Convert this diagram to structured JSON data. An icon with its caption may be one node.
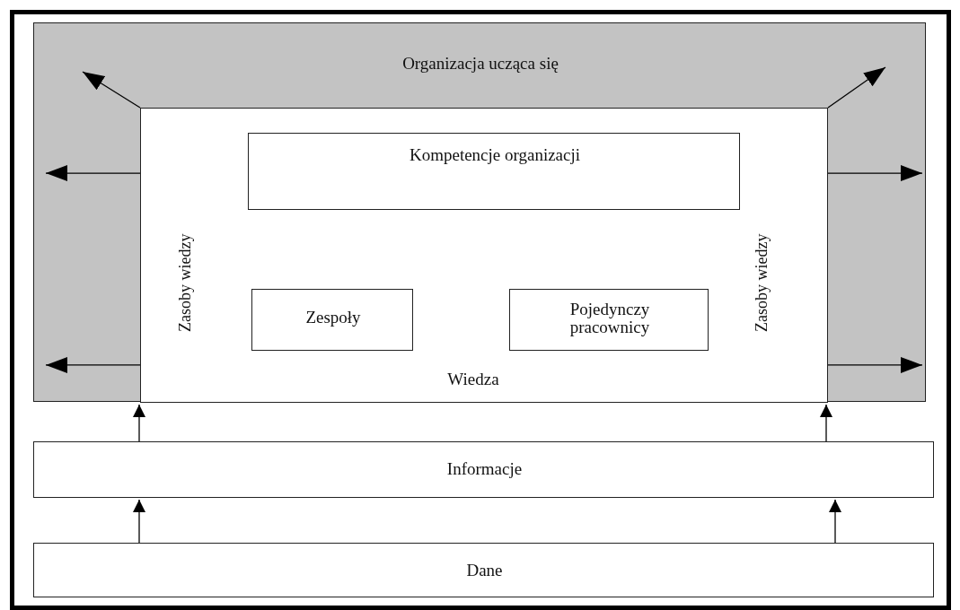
{
  "diagram": {
    "nodes": [
      {
        "text": [
          "Organizacja ucząca się"
        ]
      },
      {
        "text": [
          "Zasoby wiedzy",
          "Zasoby wiedzy",
          "Wiedza"
        ],
        "in": 0
      },
      {
        "text": [
          "Kompetencje organizacji"
        ],
        "in": 1
      },
      {
        "text": [
          "Zespoły"
        ],
        "in": 1
      },
      {
        "text": [
          "Pojedynczy pracownicy"
        ],
        "in": 1
      },
      {
        "text": [
          "Informacje"
        ]
      },
      {
        "text": [
          "Dane"
        ]
      }
    ],
    "edges": [
      {
        "from": 1,
        "to": null,
        "arrow": "to"
      },
      {
        "from": 1,
        "to": null,
        "arrow": "to"
      },
      {
        "from": 1,
        "to": null,
        "arrow": "to"
      },
      {
        "from": 1,
        "to": null,
        "arrow": "to"
      },
      {
        "from": 1,
        "to": null,
        "arrow": "to"
      },
      {
        "from": 1,
        "to": null,
        "arrow": "to"
      },
      {
        "from": 5,
        "to": 1,
        "arrow": "to"
      },
      {
        "from": 5,
        "to": 1,
        "arrow": "to"
      },
      {
        "from": 6,
        "to": 5,
        "arrow": "to"
      },
      {
        "from": 6,
        "to": 5,
        "arrow": "to"
      }
    ]
  }
}
